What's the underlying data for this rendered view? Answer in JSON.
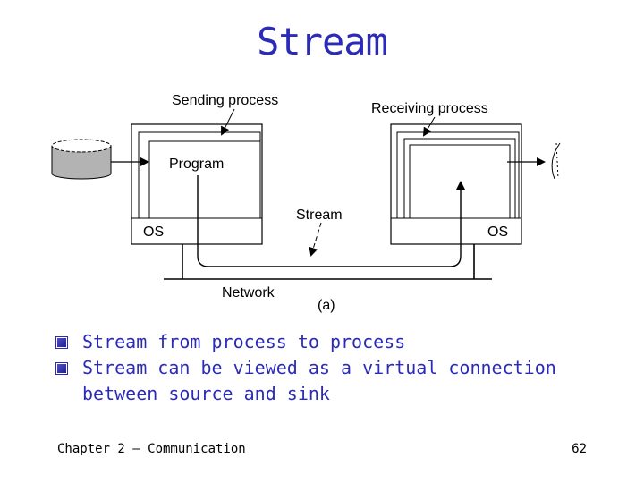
{
  "slide": {
    "title": "Stream",
    "bullets": [
      "Stream from process to process",
      "Stream can be viewed as a virtual connection between source and sink"
    ],
    "footer_left": "Chapter 2 — Communication",
    "page_number": "62"
  },
  "diagram": {
    "sending_process": "Sending process",
    "receiving_process": "Receiving process",
    "program": "Program",
    "stream": "Stream",
    "os_left": "OS",
    "os_right": "OS",
    "network": "Network",
    "caption": "(a)"
  },
  "colors": {
    "title": "#2b2bb8",
    "disk": "#b3b3b3"
  }
}
